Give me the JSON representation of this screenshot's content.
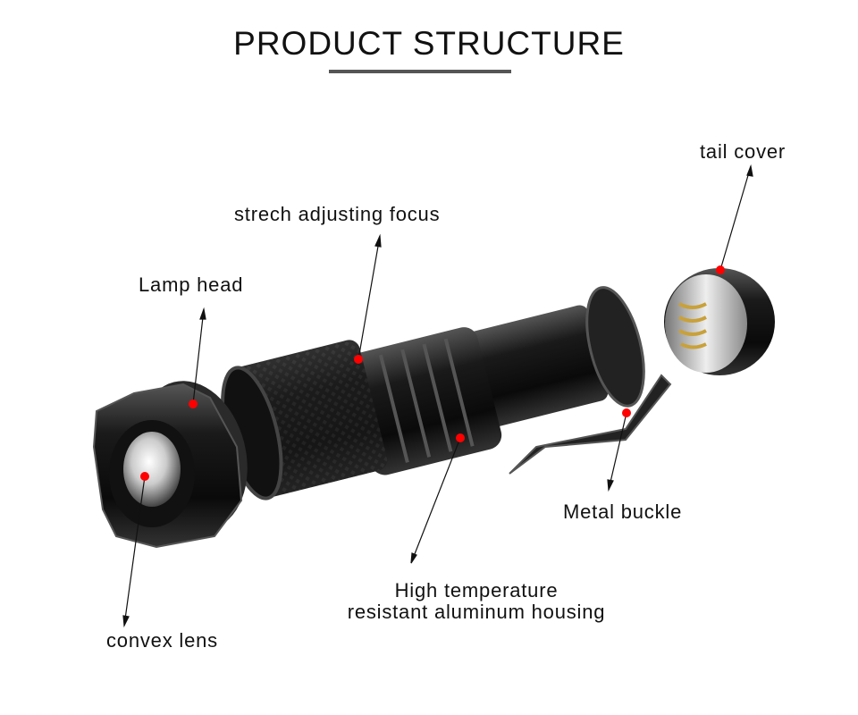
{
  "title": "PRODUCT STRUCTURE",
  "labels": {
    "tail_cover": "tail cover",
    "focus": "strech adjusting focus",
    "lamp_head": "Lamp head",
    "metal_buckle": "Metal buckle",
    "housing_line1": "High temperature",
    "housing_line2": "resistant aluminum housing",
    "convex_lens": "convex lens"
  },
  "colors": {
    "marker": "#ff0000",
    "underline": "#555555"
  }
}
